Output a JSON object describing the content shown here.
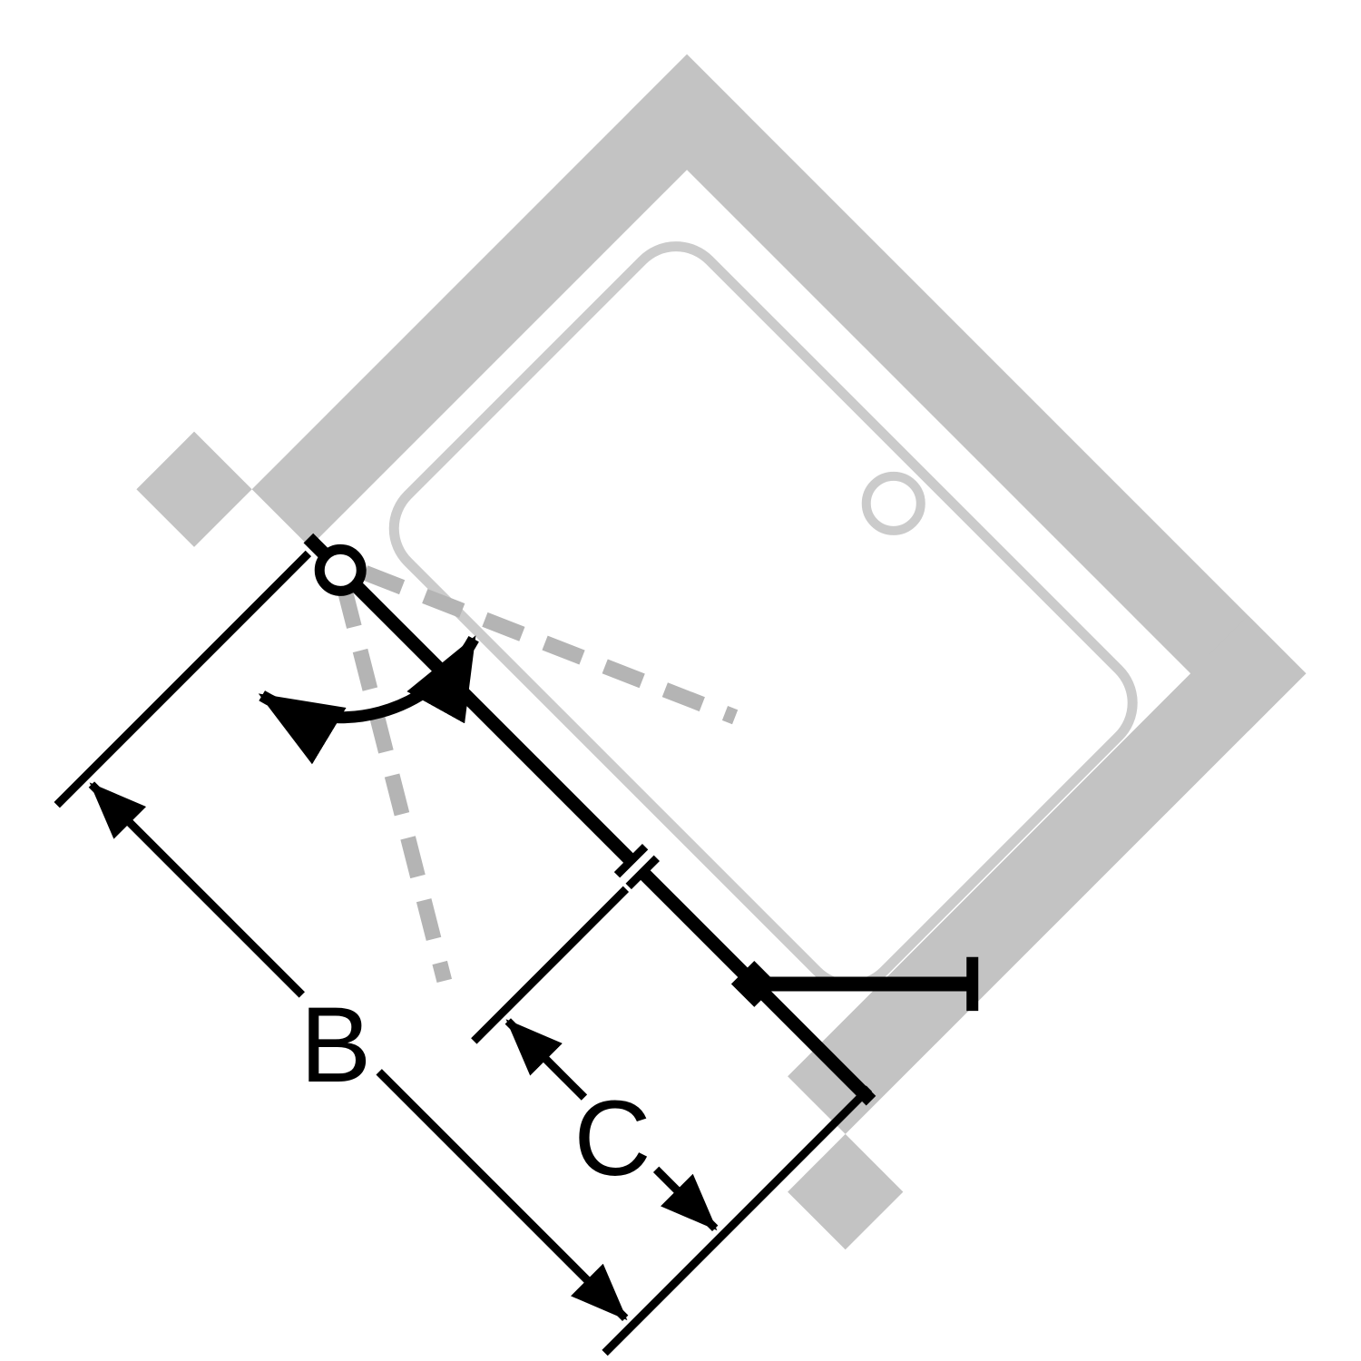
{
  "diagram": {
    "kind": "shower-enclosure-plan-view",
    "rotation_deg": 45
  },
  "labels": {
    "dim_b": "B",
    "dim_c": "C"
  },
  "colors": {
    "background": "#ffffff",
    "wall": "#c3c3c3",
    "tray_outline": "#cbcbcb",
    "swing_dashed": "#b4b4b4",
    "drawing": "#000000"
  }
}
